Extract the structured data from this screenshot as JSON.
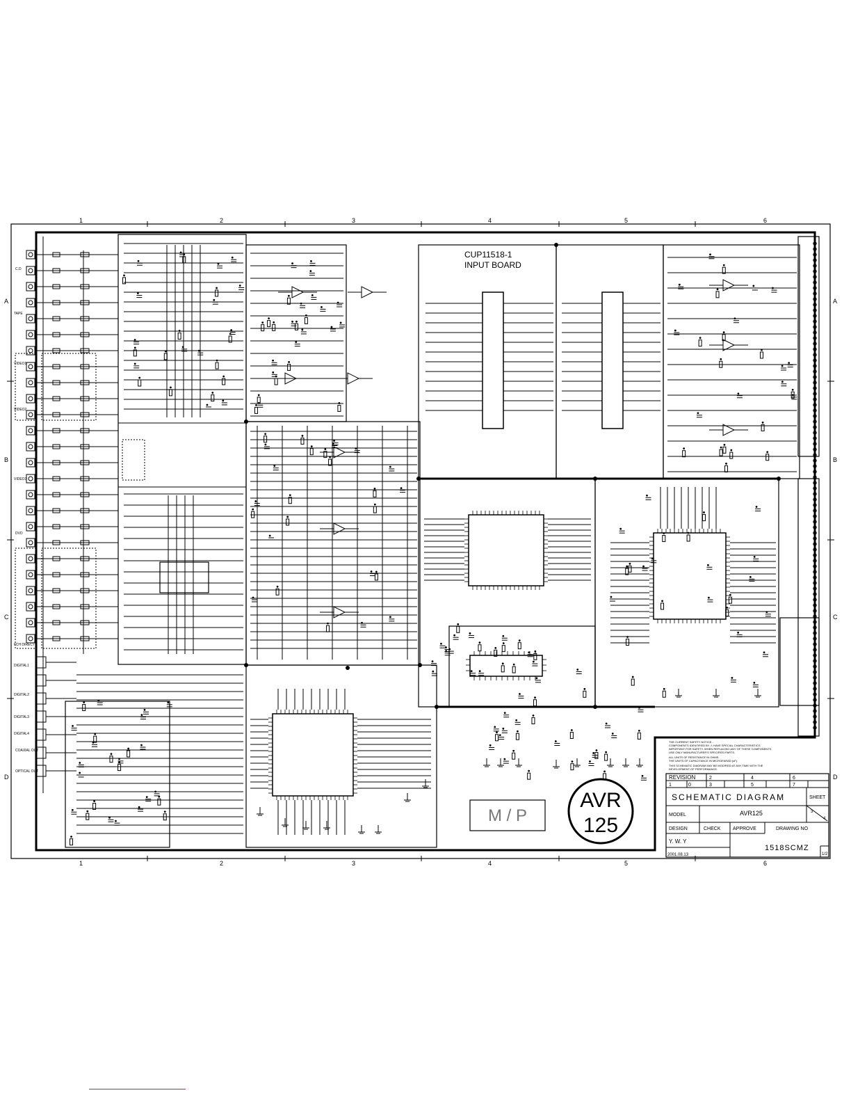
{
  "drawing": {
    "board_title": "CUP11518-1",
    "board_subtitle": "INPUT BOARD",
    "stamp": "M / P",
    "badge": {
      "line1": "AVR",
      "line2": "125"
    }
  },
  "zones": {
    "columns": [
      "1",
      "2",
      "3",
      "4",
      "5",
      "6"
    ],
    "rows": [
      "A",
      "B",
      "C",
      "D"
    ]
  },
  "left_jacks": [
    "C.D",
    "TAPE",
    "VIDEO1",
    "VIDEO2",
    "VIDEO3",
    "DVD",
    "6CH DIRECT",
    "DIGITAL1",
    "DIGITAL2",
    "DIGITAL3",
    "DIGITAL4",
    "COAXIAL OUT",
    "OPTICAL OUT"
  ],
  "notes_text": [
    "THE CURRENT SAFETY NOTICE...",
    "COMPONENTS IDENTIFIED BY ⚠ HAVE SPECIAL CHARACTERISTICS",
    "IMPORTANT FOR SAFETY. WHEN REPLACING ANY OF THESE COMPONENTS",
    "USE ONLY MANUFACTURER'S SPECIFIED PARTS.",
    "ALL UNITS OF RESISTANCE IN OHMS.",
    "THE UNITS OF CAPACITANCE IN MICROFARAD (uF).",
    "THIS SCHEMATIC DIAGRAM MAY BE MODIFIED AT ANY TIME WITH THE",
    "DEVELOPMENT OF PERFORMANCE."
  ],
  "title_block": {
    "revision_label": "REVISION",
    "revision_cells": [
      "2",
      "4",
      "6",
      "1",
      "3",
      "5",
      "7"
    ],
    "revision_zero": "0",
    "diagram_title": "SCHEMATIC DIAGRAM",
    "sheet_label": "SHEET",
    "sheet_num": "3",
    "sheet_total": "4",
    "model_label": "MODEL",
    "model_value": "AVR125",
    "design_label": "DESIGN",
    "check_label": "CHECK",
    "approve_label": "APPROVE",
    "drawing_no_label": "DRAWING NO",
    "designer": "Y. W. Y",
    "drawing_no": "1518SCMZ",
    "date": "2001.08.13",
    "page_frac": "1/2"
  },
  "colors": {
    "ink": "#000000",
    "paper": "#ffffff",
    "link_underline": "#3355cc"
  }
}
